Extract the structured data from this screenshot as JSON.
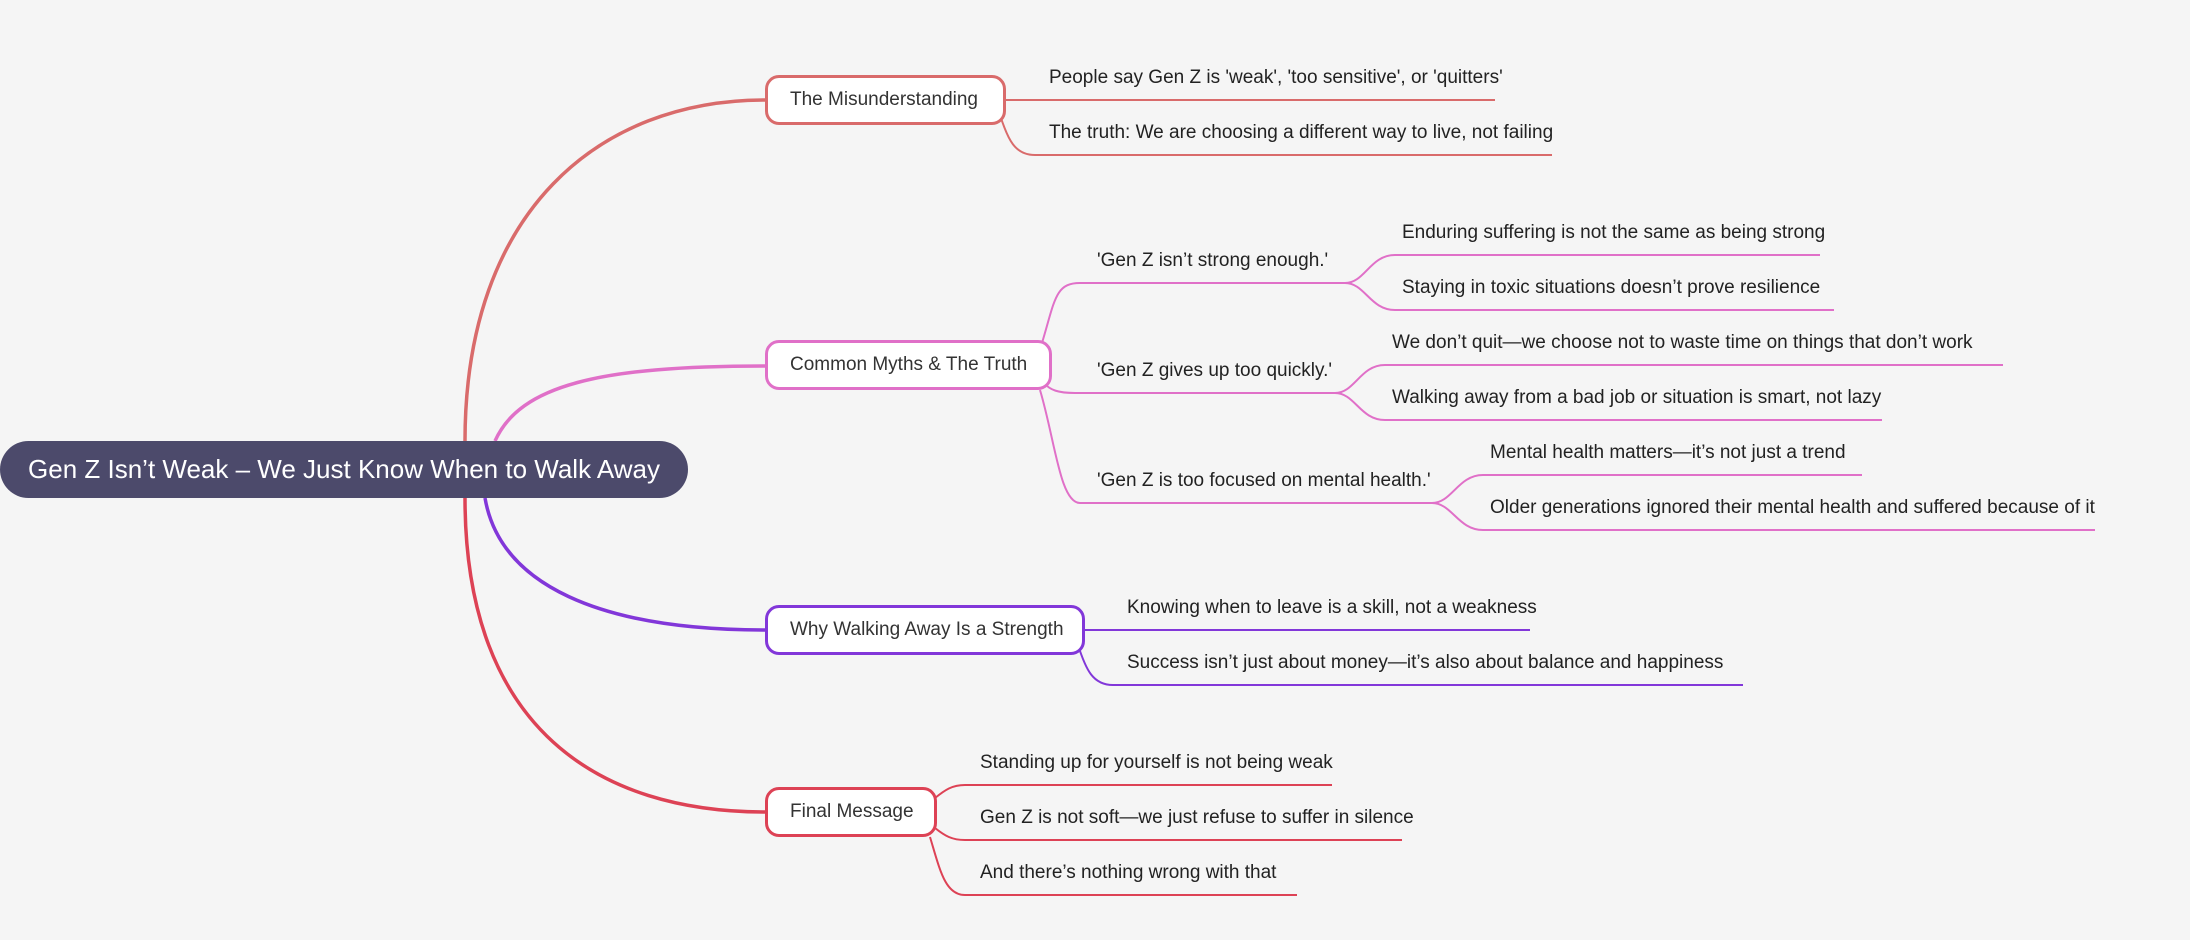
{
  "root": {
    "label": "Gen Z Isn’t Weak – We Just Know When to Walk Away"
  },
  "colors": {
    "root_fill": "#4c4a6b",
    "branch_1": "#d96b6b",
    "branch_2": "#e070c8",
    "branch_3": "#8237d9",
    "branch_4": "#dd4255",
    "background": "#f5f5f5"
  },
  "branches": [
    {
      "label": "The Misunderstanding",
      "children": [
        {
          "label": "People say Gen Z is 'weak', 'too sensitive', or 'quitters'"
        },
        {
          "label": "The truth: We are choosing a different way to live, not failing"
        }
      ]
    },
    {
      "label": "Common Myths & The Truth",
      "children": [
        {
          "label": "'Gen Z isn’t strong enough.'",
          "children": [
            {
              "label": "Enduring suffering is not the same as being strong"
            },
            {
              "label": "Staying in toxic situations doesn’t prove resilience"
            }
          ]
        },
        {
          "label": "'Gen Z gives up too quickly.'",
          "children": [
            {
              "label": "We don’t quit—we choose not to waste time on things that don’t work"
            },
            {
              "label": "Walking away from a bad job or situation is smart, not lazy"
            }
          ]
        },
        {
          "label": "'Gen Z is too focused on mental health.'",
          "children": [
            {
              "label": "Mental health matters—it’s not just a trend"
            },
            {
              "label": "Older generations ignored their mental health and suffered because of it"
            }
          ]
        }
      ]
    },
    {
      "label": "Why Walking Away Is a Strength",
      "children": [
        {
          "label": "Knowing when to leave is a skill, not a weakness"
        },
        {
          "label": "Success isn’t just about money—it’s also about balance and happiness"
        }
      ]
    },
    {
      "label": "Final Message",
      "children": [
        {
          "label": "Standing up for yourself is not being weak"
        },
        {
          "label": "Gen Z is not soft—we just refuse to suffer in silence"
        },
        {
          "label": "And there’s nothing wrong with that"
        }
      ]
    }
  ]
}
